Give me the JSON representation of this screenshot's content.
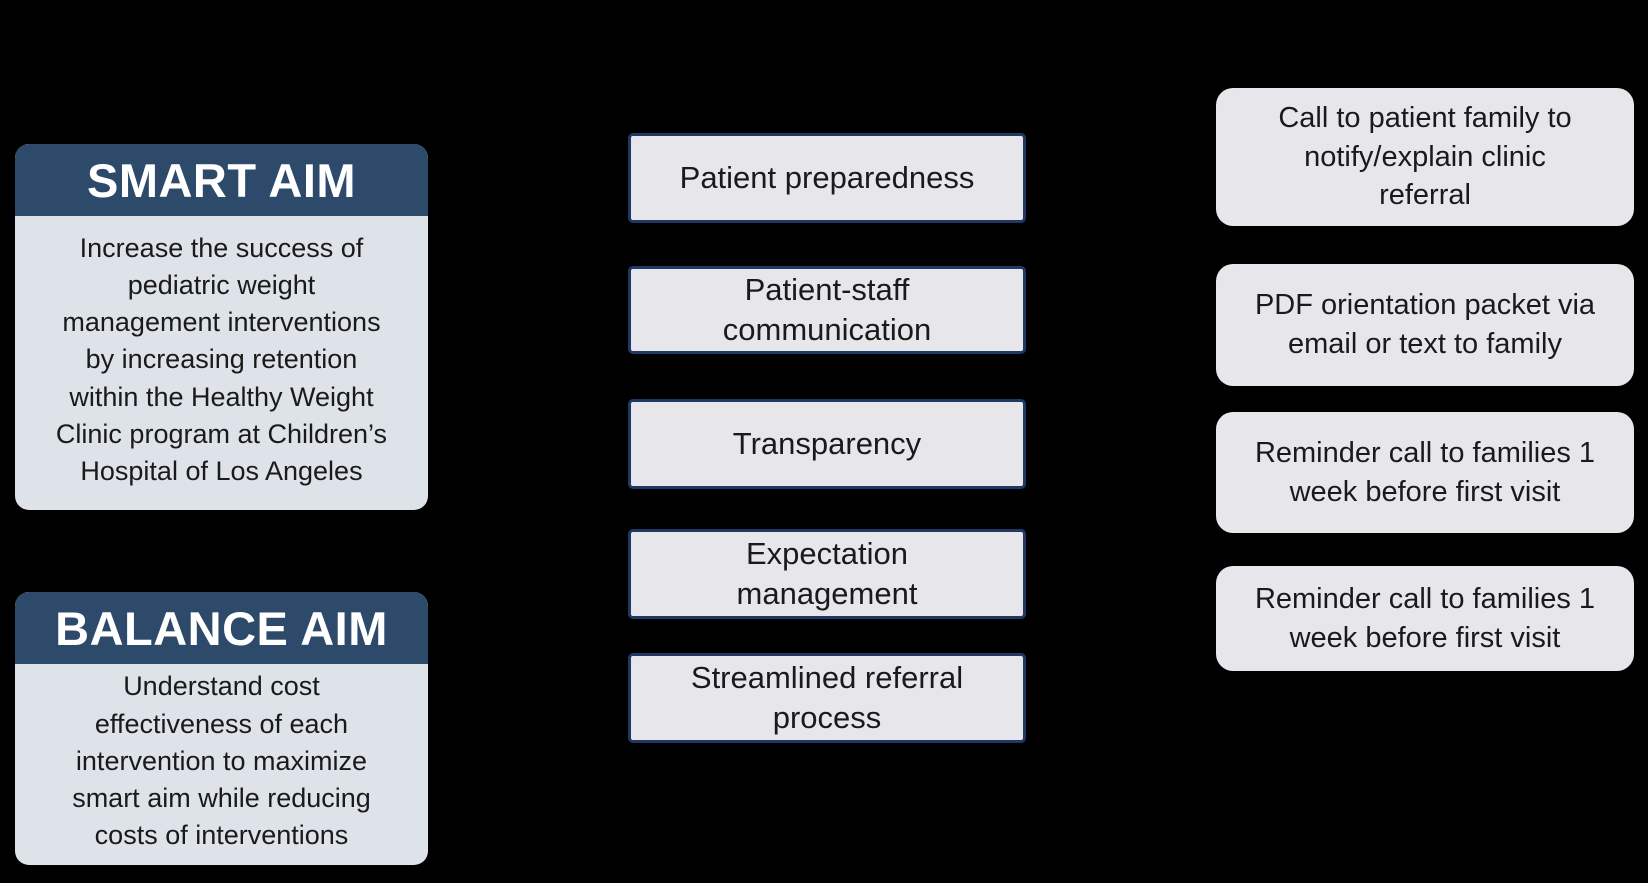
{
  "page": {
    "background_color": "#000000"
  },
  "colors": {
    "aim_header_bg": "#2E4A6B",
    "aim_header_text": "#FFFFFF",
    "aim_body_bg": "#DEE2E9",
    "driver_box_bg": "#E7E6EA",
    "driver_box_border": "#1F3864",
    "intervention_box_bg": "#E7E6EA",
    "body_text": "#1A1A1A"
  },
  "aims": [
    {
      "title": "SMART AIM",
      "body": "Increase the success of\npediatric weight\nmanagement interventions\nby increasing retention\nwithin the Healthy Weight\nClinic program at Children’s\nHospital of Los Angeles"
    },
    {
      "title": "BALANCE AIM",
      "body": "Understand cost\neffectiveness of each\nintervention to maximize\nsmart aim while reducing\ncosts of interventions"
    }
  ],
  "drivers": [
    {
      "label": "Patient preparedness"
    },
    {
      "label": "Patient-staff\ncommunication"
    },
    {
      "label": "Transparency"
    },
    {
      "label": "Expectation\nmanagement"
    },
    {
      "label": "Streamlined referral\nprocess"
    }
  ],
  "interventions": [
    {
      "label": "Call to patient family to\nnotify/explain clinic\nreferral"
    },
    {
      "label": "PDF orientation packet via\nemail or text to family"
    },
    {
      "label": "Reminder call to families 1\nweek before first visit"
    },
    {
      "label": "Reminder call to families 1\nweek before first visit"
    }
  ]
}
